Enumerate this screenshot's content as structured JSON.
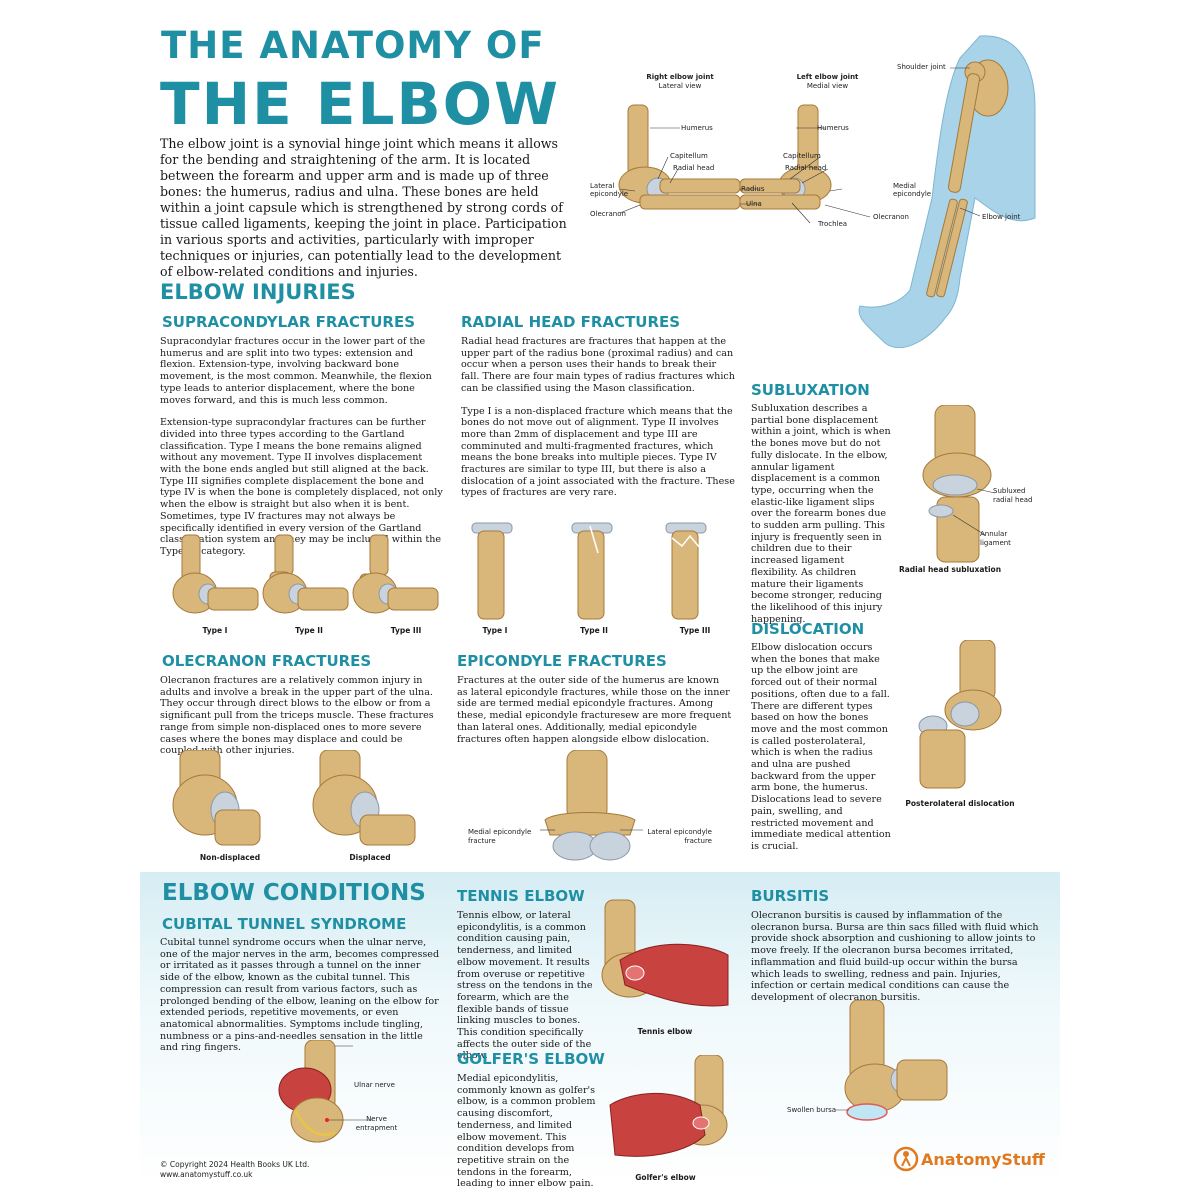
{
  "title": {
    "line1": "THE ANATOMY OF",
    "line2": "THE ELBOW"
  },
  "intro": "The elbow joint is a synovial hinge joint which means it allows for the bending and straightening of the arm. It is located between the forearm and upper arm and is made up of three bones: the humerus, radius and ulna. These bones are held within a joint capsule which is strengthened by strong cords of tissue called ligaments, keeping the joint in place. Participation in various sports and activities, particularly with improper techniques or injuries, can potentially lead to the development of elbow-related conditions and injuries.",
  "anatomy": {
    "right_title": "Right elbow joint",
    "right_sub": "Lateral view",
    "left_title": "Left elbow joint",
    "left_sub": "Medial view",
    "labels": {
      "humerus": "Humerus",
      "capitellum": "Capitellum",
      "radial_head": "Radial head",
      "lateral_epicondyle": "Lateral epicondyle",
      "olecranon": "Olecranon",
      "radius": "Radius",
      "ulna": "Ulna",
      "medial_epicondyle": "Medial epicondyle",
      "trochlea": "Trochlea",
      "shoulder_joint": "Shoulder joint",
      "elbow_joint": "Elbow joint"
    }
  },
  "injuries": {
    "heading": "ELBOW INJURIES",
    "supracondylar": {
      "heading": "SUPRACONDYLAR FRACTURES",
      "p1": "Supracondylar fractures occur in the lower part of the humerus and are split into two types: extension and flexion. Extension-type, involving backward bone movement, is the most common. Meanwhile, the flexion type leads to anterior displacement, where the bone moves forward, and this is much less common.",
      "p2": "Extension-type supracondylar fractures can be further divided into three types according to the Gartland classification. Type I means the bone remains aligned without any movement. Type II involves displacement with the bone ends angled but still aligned at the back. Type III signifies complete displacement the bone and type IV is when the bone is completely displaced, not only when the elbow is straight but also when it is bent. Sometimes, type IV fractures may not always be specifically identified in every version of the Gartland classification system and they may be included within the Type III category.",
      "captions": [
        "Type I",
        "Type II",
        "Type III"
      ]
    },
    "radial_head": {
      "heading": "RADIAL HEAD FRACTURES",
      "p1": "Radial head fractures are fractures that happen at the upper part of the radius bone (proximal radius) and can occur when a person uses their hands to break their fall. There are four main types of radius fractures which can be classified using the Mason classification.",
      "p2": "Type I is a non-displaced fracture which means that the bones do not move out of alignment. Type II involves more than 2mm of displacement and type III are comminuted and multi-fragmented fractures, which means the bone breaks into multiple pieces. Type IV fractures are similar to type III, but there is also a dislocation of a joint associated with the fracture. These types of fractures are very rare.",
      "captions": [
        "Type I",
        "Type II",
        "Type III"
      ]
    },
    "subluxation": {
      "heading": "SUBLUXATION",
      "text": "Subluxation describes a partial bone displacement within a joint, which is when the bones move but do not fully dislocate. In the elbow, annular ligament displacement is a common type, occurring when the elastic-like ligament slips over the forearm bones due to sudden arm pulling. This injury is frequently seen in children due to their increased ligament flexibility. As children mature their ligaments become stronger, reducing the likelihood of this injury happening.",
      "label_subluxed": "Subluxed radial head",
      "label_annular": "Annular ligament",
      "caption": "Radial head subluxation"
    },
    "olecranon": {
      "heading": "OLECRANON FRACTURES",
      "text": "Olecranon fractures are a relatively common injury in adults and involve a break in the upper part of the ulna. They occur through direct blows to the elbow or from a significant pull from the triceps muscle. These fractures range from simple non-displaced ones to more severe cases where the bones may displace and could be coupled with other injuries.",
      "captions": [
        "Non-displaced",
        "Displaced"
      ]
    },
    "epicondyle": {
      "heading": "EPICONDYLE FRACTURES",
      "text": "Fractures at the outer side of the humerus are known as lateral epicondyle fractures, while those on the inner side are termed medial epicondyle fractures. Among these, medial epicondyle fracturesew are more frequent than lateral ones. Additionally, medial epicondyle fractures often happen alongside elbow dislocation.",
      "label_medial": "Medial epicondyle fracture",
      "label_lateral": "Lateral epicondyle fracture"
    },
    "dislocation": {
      "heading": "DISLOCATION",
      "text": "Elbow dislocation occurs when the bones that make up the elbow joint are forced out of their normal positions, often due to a fall. There are different types based on how the bones move and the most common is called posterolateral, which is when the radius and ulna are pushed backward from the upper arm bone, the humerus. Dislocations lead to severe pain, swelling, and restricted movement and immediate medical attention is crucial.",
      "caption": "Posterolateral dislocation"
    }
  },
  "conditions": {
    "heading": "ELBOW CONDITIONS",
    "cubital": {
      "heading": "CUBITAL TUNNEL SYNDROME",
      "text": "Cubital tunnel syndrome occurs when the ulnar nerve, one of the major nerves in the arm, becomes compressed or irritated as it passes through a tunnel on the inner side of the elbow, known as the cubital tunnel. This compression can result from various factors, such as prolonged bending of the elbow, leaning on the elbow for extended periods, repetitive movements, or even anatomical abnormalities. Symptoms include tingling, numbness or a pins-and-needles sensation in the little and ring fingers.",
      "label_nerve": "Ulnar nerve",
      "label_entrapment": "Nerve entrapment"
    },
    "tennis": {
      "heading": "TENNIS ELBOW",
      "text": "Tennis elbow, or lateral epicondylitis, is a common condition causing pain, tenderness, and limited elbow movement. It results from overuse or repetitive stress on the tendons in the forearm, which are the flexible bands of tissue linking muscles to bones. This condition specifically affects the outer side of the elbow.",
      "caption": "Tennis elbow"
    },
    "golfers": {
      "heading": "GOLFER'S ELBOW",
      "text": "Medial epicondylitis, commonly known as golfer's elbow, is a common problem causing discomfort, tenderness, and limited elbow movement. This condition develops from repetitive strain on the tendons in the forearm, leading to inner elbow pain.",
      "caption": "Golfer's elbow"
    },
    "bursitis": {
      "heading": "BURSITIS",
      "text": "Olecranon bursitis is caused by inflammation of the olecranon bursa. Bursa are thin sacs filled with fluid which provide shock absorption and cushioning to allow joints to move freely. If the olecranon bursa becomes irritated, inflammation and fluid build-up occur within the bursa which leads to swelling, redness and pain. Injuries, infection or certain medical conditions can cause the development of olecranon bursitis.",
      "label_bursa": "Swollen bursa"
    }
  },
  "footer": {
    "copyright": "© Copyright 2024 Health Books UK Ltd.",
    "url": "www.anatomystuff.co.uk",
    "logo_text": "AnatomyStuff",
    "logo_color": "#e07a20"
  },
  "colors": {
    "accent": "#1f8fa3",
    "bone": "#d9b67a",
    "muscle": "#c8423f",
    "skin": "#a9d3e8"
  }
}
